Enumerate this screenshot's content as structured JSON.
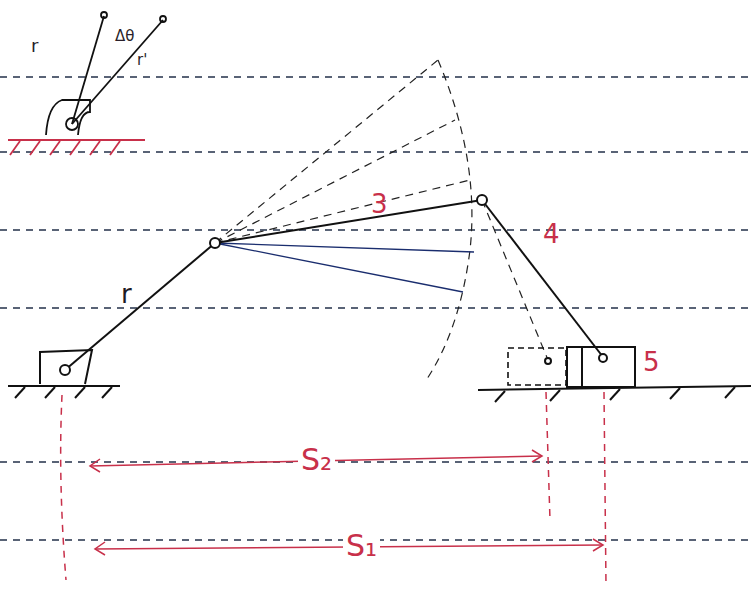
{
  "diagram": {
    "labels": [
      "r",
      "Δθ",
      "r'",
      "r",
      "3",
      "4",
      "5",
      "S₂",
      "S₁"
    ]
  }
}
